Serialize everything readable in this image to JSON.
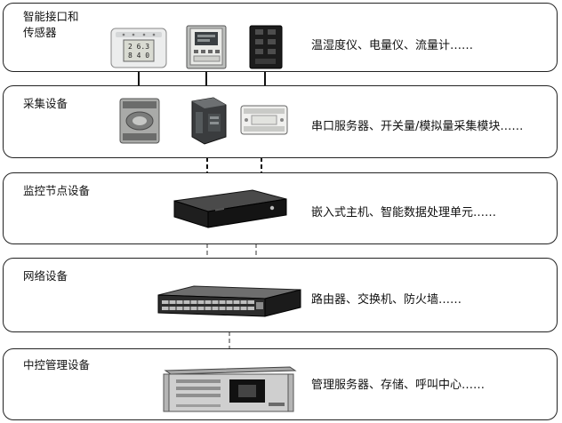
{
  "layers": [
    {
      "title_line1": "智能接口和",
      "title_line2": "传感器",
      "description": "温湿度仪、电量仪、流量计……"
    },
    {
      "title": "采集设备",
      "description": "串口服务器、开关量/模拟量采集模块……"
    },
    {
      "title": "监控节点设备",
      "description": "嵌入式主机、智能数据处理单元……"
    },
    {
      "title": "网络设备",
      "description": "路由器、交换机、防火墙……"
    },
    {
      "title": "中控管理设备",
      "description": "管理服务器、存储、呼叫中心……"
    }
  ],
  "devices": {
    "thermo_display_1": "2 6.3",
    "thermo_display_2": "8 4 0"
  }
}
